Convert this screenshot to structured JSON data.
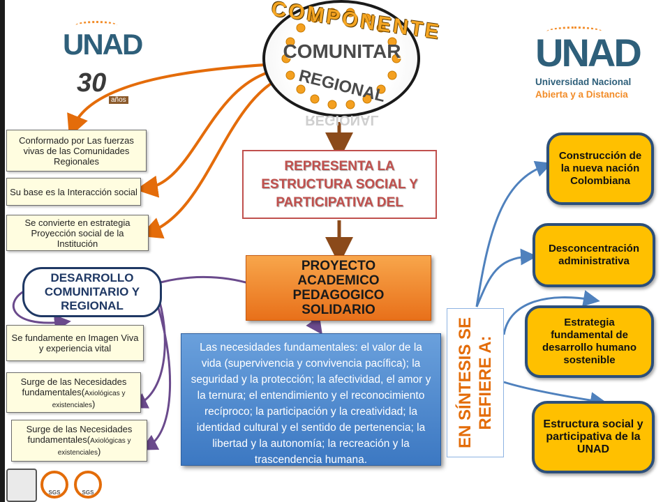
{
  "title": {
    "arc_text": "COMPONENTE",
    "main_text": "COMUNITAR",
    "sub_text": "REGIONAL",
    "reflection_text": "REGIONAL"
  },
  "logos": {
    "unad_left": "UNAD",
    "unad_left_30": "30",
    "unad_left_anos": "años",
    "unad_right": "UNAD",
    "unad_right_line1": "Universidad Nacional",
    "unad_right_line2": "Abierta y a Distancia",
    "footer_badge1": "SGS",
    "footer_badge2": "SGS"
  },
  "left_boxes": [
    "Conformado por Las fuerzas vivas de las Comunidades Regionales",
    "Su base es la Interacción social",
    "Se convierte en estrategia Proyección social de la Institución"
  ],
  "desarrollo": "DESARROLLO COMUNITARIO Y REGIONAL",
  "lower_boxes": {
    "b1": "Se fundamente en Imagen Viva y experiencia vital",
    "b2_main": "Surge de las Necesidades fundamentales(",
    "b2_small": "Axiológicas y existenciales",
    "b2_end": ")",
    "b3_main": "Surge de las Necesidades fundamentales(",
    "b3_small": "Axiológicas y existenciales",
    "b3_end": ")"
  },
  "center": {
    "representa": "REPRESENTA LA ESTRUCTURA SOCIAL Y PARTICIPATIVA DEL",
    "proyecto": "PROYECTO ACADEMICO PEDAGOGICO SOLIDARIO",
    "necesidades": "Las necesidades fundamentales: el valor de la vida (supervivencia y convivencia pacífica); la seguridad y la protección; la afectividad, el amor y la ternura; el entendimiento y el reconocimiento recíproco; la participación y la creatividad; la identidad cultural y el sentido de pertenencia; la libertad y la autonomía; la recreación y la trascendencia humana."
  },
  "sintesis": "EN SÍNTESIS SE REFIERE A:",
  "right_boxes": [
    "Construcción de la nueva nación Colombiana",
    "Desconcentración administrativa",
    "Estrategia fundamental de desarrollo humano sostenible",
    "Estructura social y participativa de la UNAD"
  ],
  "colors": {
    "orange_arrow": "#e46c0a",
    "brown_arrow": "#8b4a1a",
    "purple_line": "#6a4a8c",
    "blue_arrow": "#4f81bd",
    "gold": "#ffc000",
    "navy": "#1f3864"
  }
}
